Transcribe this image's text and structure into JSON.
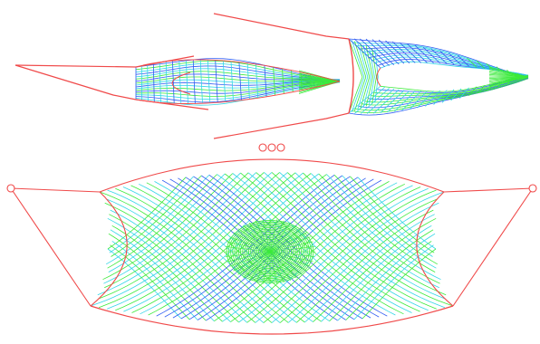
{
  "figure": {
    "panels": [
      {
        "id": "open-arrowhead-mesh",
        "kind": "arrowhead-with-notch"
      },
      {
        "id": "chevron-mesh",
        "kind": "chevron"
      },
      {
        "id": "suspended-net-mesh",
        "kind": "sagging-net-with-dense-core"
      }
    ],
    "colors": {
      "boundary": "#f04a4a",
      "mesh_green": "#3bea3b",
      "mesh_cyan": "#33d6e6",
      "mesh_blue": "#2f5cf2",
      "anchor": "#f04a4a",
      "background": "#ffffff"
    }
  }
}
